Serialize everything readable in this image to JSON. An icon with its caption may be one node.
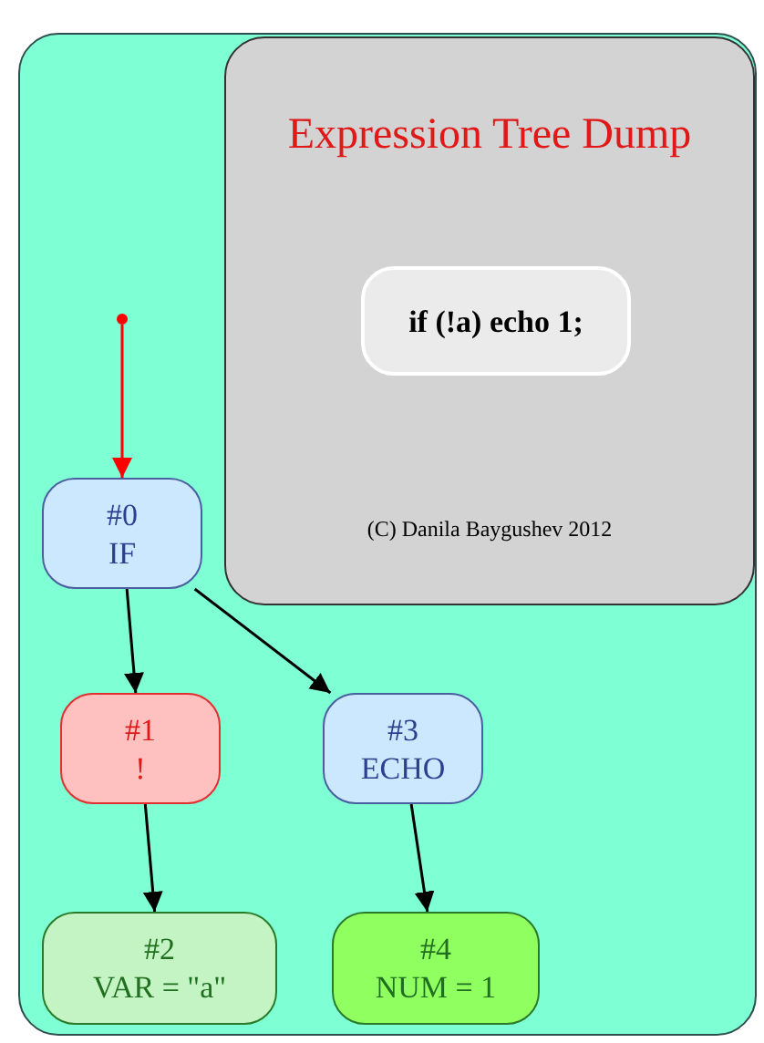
{
  "diagram": {
    "nodes": [
      {
        "text": [
          "Expression Tree Dump",
          "(C) Danila Baygushev 2012"
        ]
      },
      {
        "text": [
          "if (!a) echo 1;"
        ],
        "in": 0
      },
      {
        "text": [],
        "shape": "circle"
      },
      {
        "text": [
          "#0",
          "IF"
        ]
      },
      {
        "text": [
          "#1",
          "!"
        ]
      },
      {
        "text": [
          "#2",
          "VAR = \"a\""
        ]
      },
      {
        "text": [
          "#3",
          "ECHO"
        ]
      },
      {
        "text": [
          "#4",
          "NUM = 1"
        ]
      }
    ],
    "edges": [
      {
        "from": 2,
        "to": 3,
        "arrow": "to",
        "color": "#ff0000"
      },
      {
        "from": 3,
        "to": 4,
        "arrow": "to"
      },
      {
        "from": 3,
        "to": 6,
        "arrow": "to"
      },
      {
        "from": 4,
        "to": 5,
        "arrow": "to"
      },
      {
        "from": 6,
        "to": 7,
        "arrow": "to"
      }
    ]
  }
}
